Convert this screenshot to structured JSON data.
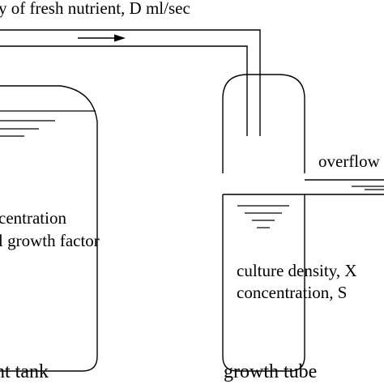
{
  "labels": {
    "flow": "y of fresh nutrient, D ml/sec",
    "overflow": "overflow",
    "tank_line1": "centration",
    "tank_line2": "l growth factor",
    "tube_line1": "culture density, X",
    "tube_line2": "concentration, S",
    "tank_caption": "nt tank",
    "tube_caption": "growth tube"
  },
  "colors": {
    "stroke": "#000000",
    "background": "#ffffff"
  }
}
